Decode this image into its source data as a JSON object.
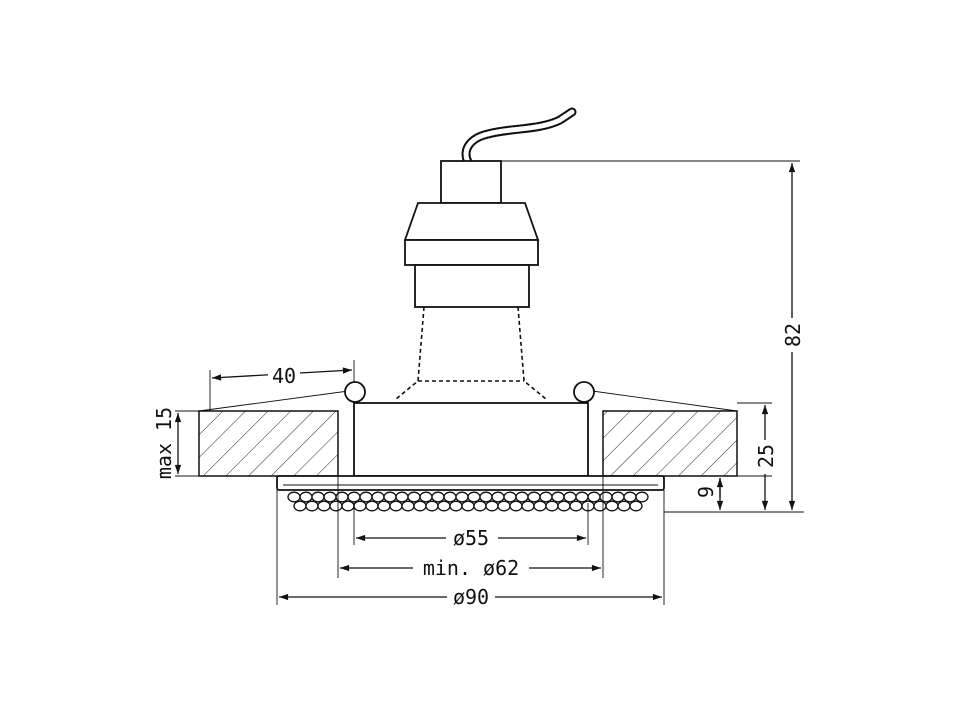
{
  "drawing": {
    "title": "",
    "dimensions": {
      "cutout_depth_label": "40",
      "max_thickness_label": "max 15",
      "total_height_label": "82",
      "body_height_label": "25",
      "trim_height_label": "9",
      "inner_diameter_label": "ø55",
      "cutout_diameter_label": "min. ø62",
      "outer_diameter_label": "ø90"
    },
    "colors": {
      "line": "#111111",
      "background": "#ffffff"
    }
  }
}
